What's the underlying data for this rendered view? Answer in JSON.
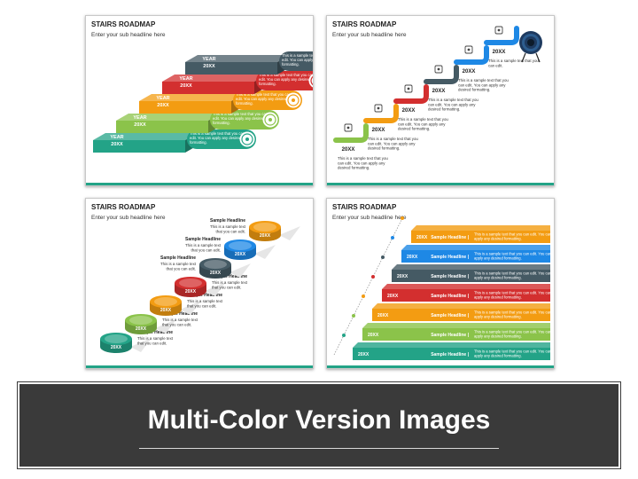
{
  "slides": [
    {
      "title": "STAIRS ROADMAP",
      "subtitle": "Enter your sub headline here",
      "steps": [
        {
          "label": "YEAR 20XX",
          "text": "This is a sample text that you can edit. You can apply any desired formatting.",
          "color": "#23a387"
        },
        {
          "label": "YEAR 20XX",
          "text": "This is a sample text that you can edit. You can apply any desired formatting.",
          "color": "#8bc34a"
        },
        {
          "label": "YEAR 20XX",
          "text": "This is a sample text that you can edit. You can apply any desired formatting.",
          "color": "#f39c12"
        },
        {
          "label": "YEAR 20XX",
          "text": "This is a sample text that you can edit. You can apply any desired formatting.",
          "color": "#d32f2f"
        },
        {
          "label": "YEAR 20XX",
          "text": "This is a sample text that you can edit. You can apply any desired formatting.",
          "color": "#455a64"
        }
      ]
    },
    {
      "title": "STAIRS ROADMAP",
      "subtitle": "Enter your sub headline here",
      "steps": [
        {
          "label": "20XX",
          "text": "This is a sample text that you can edit. You can apply any desired formatting.",
          "color": "#8bc34a",
          "icon": "handshake-icon"
        },
        {
          "label": "20XX",
          "text": "This is a sample text that you can edit. You can apply any desired formatting.",
          "color": "#f39c12",
          "icon": "door-icon"
        },
        {
          "label": "20XX",
          "text": "This is a sample text that you can edit. You can apply any desired formatting.",
          "color": "#d32f2f",
          "icon": "bicycle-icon"
        },
        {
          "label": "20XX",
          "text": "This is a sample text that you can edit. You can apply any desired formatting.",
          "color": "#455a64",
          "icon": "clipboard-icon"
        },
        {
          "label": "20XX",
          "text": "This is a sample text that you can edit. You can apply any desired formatting.",
          "color": "#1e88e5",
          "icon": "telescope-icon"
        },
        {
          "label": "20XX",
          "text": "This is a sample text that you can edit.",
          "color": "#1e88e5",
          "icon": "medal-icon"
        }
      ]
    },
    {
      "title": "STAIRS ROADMAP",
      "subtitle": "Enter your sub headline here",
      "steps": [
        {
          "label": "20XX",
          "headline": "Sample Headline",
          "text": "This is a sample text that you can edit.",
          "color": "#23a387"
        },
        {
          "label": "20XX",
          "headline": "Sample Headline",
          "text": "This is a sample text that you can edit.",
          "color": "#8bc34a"
        },
        {
          "label": "20XX",
          "headline": "Sample Headline",
          "text": "This is a sample text that you can edit.",
          "color": "#f39c12"
        },
        {
          "label": "20XX",
          "headline": "Sample Headline",
          "text": "This is a sample text that you can edit.",
          "color": "#d32f2f"
        },
        {
          "label": "20XX",
          "headline": "Sample Headline",
          "text": "This is a sample text that you can edit.",
          "color": "#455a64"
        },
        {
          "label": "20XX",
          "headline": "Sample Headline",
          "text": "This is a sample text that you can edit.",
          "color": "#1e88e5"
        },
        {
          "label": "20XX",
          "headline": "Sample Headline",
          "text": "This is a sample text that you can edit.",
          "color": "#f39c12"
        }
      ]
    },
    {
      "title": "STAIRS ROADMAP",
      "subtitle": "Enter your sub headline here",
      "steps": [
        {
          "label": "20XX",
          "headline": "Sample Headline |",
          "text": "This is a sample text that you can edit. You can apply any desired formatting.",
          "color": "#23a387"
        },
        {
          "label": "20XX",
          "headline": "Sample Headline |",
          "text": "This is a sample text that you can edit. You can apply any desired formatting.",
          "color": "#8bc34a"
        },
        {
          "label": "20XX",
          "headline": "Sample Headline |",
          "text": "This is a sample text that you can edit. You can apply any desired formatting.",
          "color": "#f39c12"
        },
        {
          "label": "20XX",
          "headline": "Sample Headline |",
          "text": "This is a sample text that you can edit. You can apply any desired formatting.",
          "color": "#d32f2f"
        },
        {
          "label": "20XX",
          "headline": "Sample Headline |",
          "text": "This is a sample text that you can edit. You can apply any desired formatting.",
          "color": "#455a64"
        },
        {
          "label": "20XX",
          "headline": "Sample Headline |",
          "text": "This is a sample text that you can edit. You can apply any desired formatting.",
          "color": "#1e88e5"
        },
        {
          "label": "20XX",
          "headline": "Sample Headline |",
          "text": "This is a sample text that you can edit. You can apply any desired formatting.",
          "color": "#f39c12"
        }
      ]
    }
  ],
  "banner": {
    "text": "Multi-Color Version Images"
  }
}
